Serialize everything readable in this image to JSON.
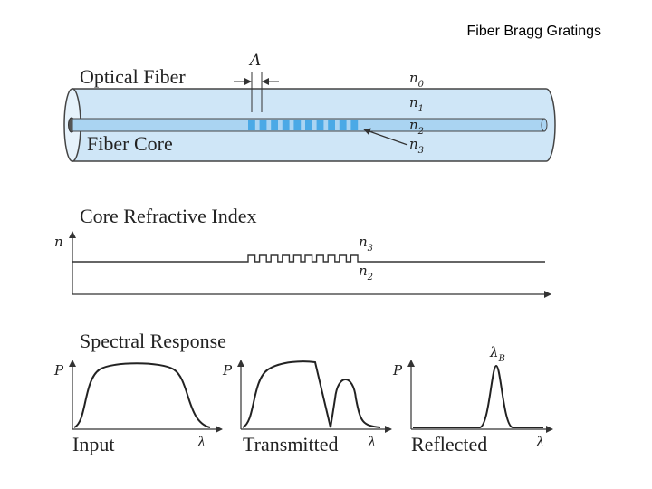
{
  "slide": {
    "title": "Fiber Bragg Gratings"
  },
  "fiber": {
    "optical_fiber_label": "Optical Fiber",
    "fiber_core_label": "Fiber Core",
    "period_symbol": "Λ",
    "index_labels": [
      {
        "base": "n",
        "sub": "0"
      },
      {
        "base": "n",
        "sub": "1"
      },
      {
        "base": "n",
        "sub": "2"
      },
      {
        "base": "n",
        "sub": "3"
      }
    ],
    "colors": {
      "cladding": "#cfe6f7",
      "core": "#aad4f2",
      "grating": "#4aa9e6",
      "outline": "#444444"
    }
  },
  "index_profile": {
    "title": "Core Refractive Index",
    "y_symbol": "n",
    "upper": {
      "base": "n",
      "sub": "3"
    },
    "lower": {
      "base": "n",
      "sub": "2"
    },
    "grating_periods": 10
  },
  "spectral": {
    "title": "Spectral Response",
    "y_symbol": "P",
    "x_symbol": "λ",
    "peak_symbol": {
      "base": "λ",
      "sub": "B"
    },
    "panels": [
      {
        "label": "Input"
      },
      {
        "label": "Transmitted"
      },
      {
        "label": "Reflected"
      }
    ]
  }
}
